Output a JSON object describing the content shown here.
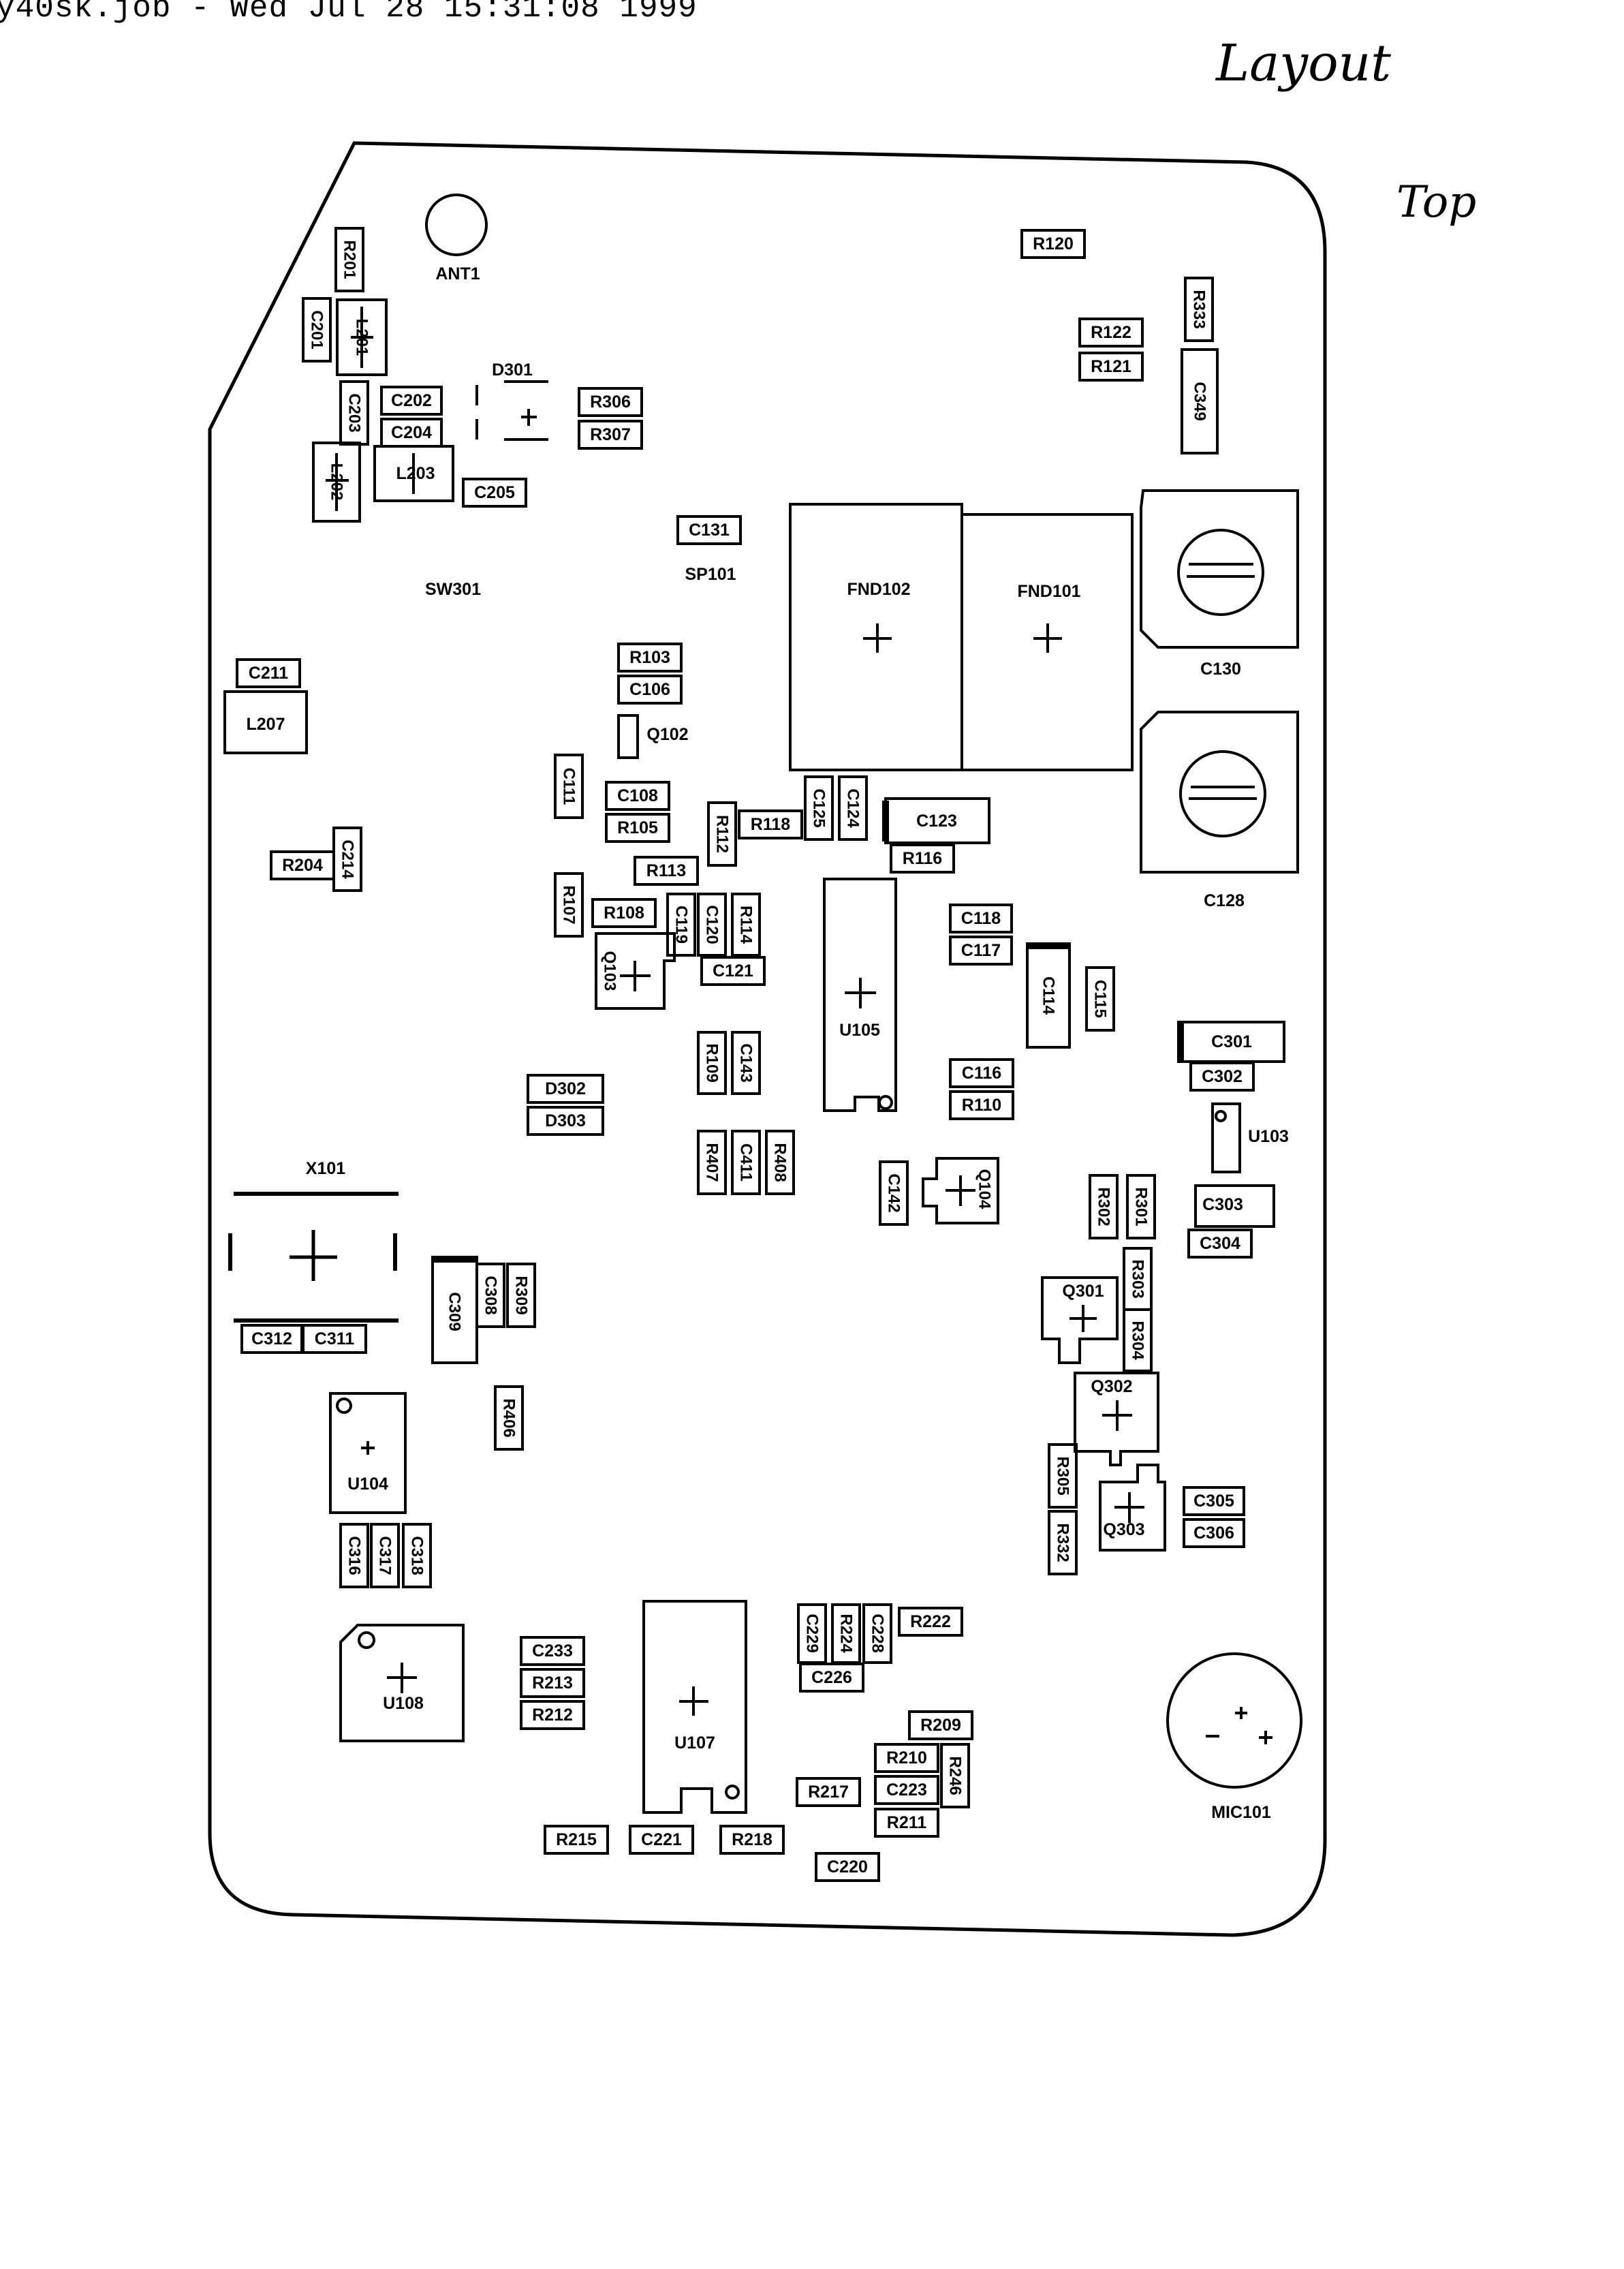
{
  "header": "y40sk.job - Wed Jul 28 15:31:08 1999",
  "notes": {
    "layout": "Layout",
    "side": "Top"
  },
  "parts": {
    "ANT1": "ANT1",
    "R201": "R201",
    "C201": "C201",
    "L201": "L201",
    "C203": "C203",
    "C202": "C202",
    "C204": "C204",
    "L202": "L202",
    "L203": "L203",
    "C205": "C205",
    "D301": "D301",
    "R306": "R306",
    "R307": "R307",
    "C131": "C131",
    "SP101": "SP101",
    "SW301": "SW301",
    "R120": "R120",
    "R333": "R333",
    "R122": "R122",
    "R121": "R121",
    "C349": "C349",
    "FND102": "FND102",
    "FND101": "FND101",
    "C130": "C130",
    "C128": "C128",
    "C211": "C211",
    "L207": "L207",
    "R103": "R103",
    "C106": "C106",
    "Q102": "Q102",
    "C111": "C111",
    "C108": "C108",
    "R105": "R105",
    "R112": "R112",
    "R118": "R118",
    "C125": "C125",
    "C124": "C124",
    "C123": "C123",
    "R116": "R116",
    "R204": "R204",
    "C214": "C214",
    "R113": "R113",
    "R107": "R107",
    "R108": "R108",
    "C119": "C119",
    "C120": "C120",
    "R114": "R114",
    "C121": "C121",
    "Q103": "Q103",
    "U105": "U105",
    "C118": "C118",
    "C117": "C117",
    "C114": "C114",
    "C115": "C115",
    "C301": "C301",
    "C302": "C302",
    "U103": "U103",
    "R109": "R109",
    "C143": "C143",
    "D302": "D302",
    "D303": "D303",
    "C116": "C116",
    "R110": "R110",
    "R407": "R407",
    "C411": "C411",
    "R408": "R408",
    "C142": "C142",
    "Q104": "Q104",
    "R301": "R301",
    "R302": "R302",
    "C303": "C303",
    "C304": "C304",
    "X101": "X101",
    "C309": "C309",
    "C308": "C308",
    "R309": "R309",
    "R303": "R303",
    "R304": "R304",
    "Q301": "Q301",
    "C312": "C312",
    "C311": "C311",
    "Q302": "Q302",
    "R406": "R406",
    "U104": "U104",
    "R305": "R305",
    "R332": "R332",
    "Q303": "Q303",
    "C305": "C305",
    "C306": "C306",
    "C316": "C316",
    "C317": "C317",
    "C318": "C318",
    "U108": "U108",
    "C233": "C233",
    "R213": "R213",
    "R212": "R212",
    "U107": "U107",
    "C229": "C229",
    "R224": "R224",
    "C228": "C228",
    "R222": "R222",
    "C226": "C226",
    "R209": "R209",
    "R210": "R210",
    "R246": "R246",
    "C223": "C223",
    "R211": "R211",
    "R217": "R217",
    "R215": "R215",
    "C221": "C221",
    "R218": "R218",
    "C220": "C220",
    "MIC101": "MIC101"
  },
  "colors": {
    "ink": "#000000",
    "paper": "#ffffff"
  }
}
